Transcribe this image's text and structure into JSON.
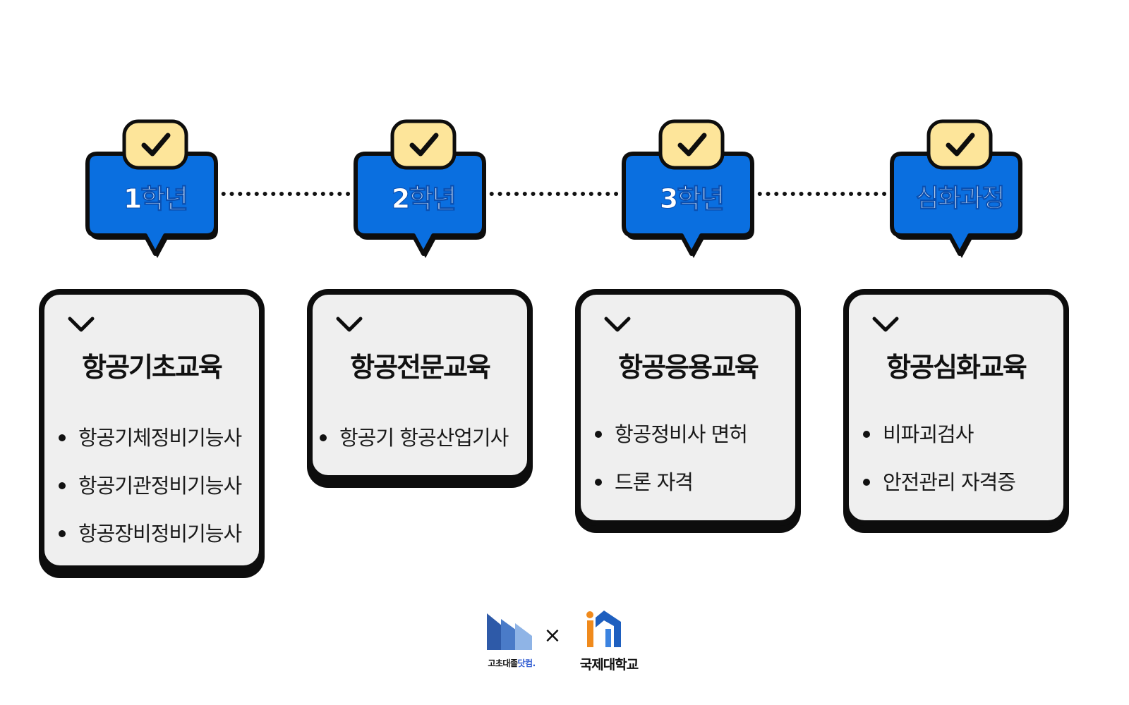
{
  "stages": [
    {
      "label": "1학년",
      "card_title": "항공기초교육",
      "items": [
        "항공기체정비기능사",
        "항공기관정비기능사",
        "항공장비정비기능사"
      ]
    },
    {
      "label": "2학년",
      "card_title": "항공전문교육",
      "items": [
        "항공기 항공산업기사"
      ]
    },
    {
      "label": "3학년",
      "card_title": "항공응용교육",
      "items": [
        "항공정비사 면허",
        "드론 자격"
      ]
    },
    {
      "label": "심화과정",
      "card_title": "항공심화교육",
      "items": [
        "비파괴검사",
        "안전관리 자격증"
      ]
    }
  ],
  "footer": {
    "left_logo_text": "고초대졸",
    "left_logo_accent": "닷컴.",
    "separator": "×",
    "right_logo_text": "국제대학교"
  },
  "colors": {
    "bubble_blue": "#0a6fe0",
    "badge_yellow": "#fde59a",
    "card_bg": "#efefef",
    "outline": "#0d0d0d"
  },
  "icons": {
    "badge": "checkmark-icon",
    "card": "chevron-down-icon"
  }
}
